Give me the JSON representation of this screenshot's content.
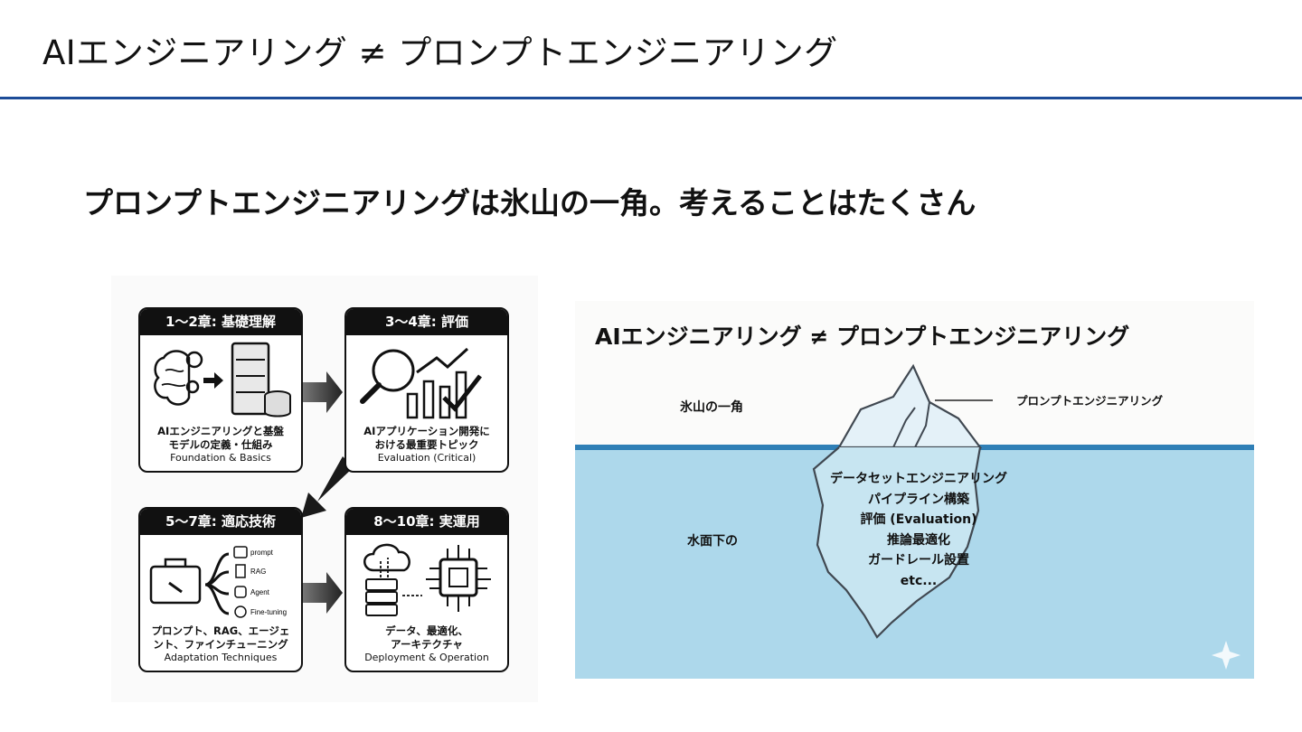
{
  "slide": {
    "title": "AIエンジニアリング ≠ プロンプトエンジニアリング",
    "subtitle": "プロンプトエンジニアリングは氷山の一角。考えることはたくさん"
  },
  "roadmap": {
    "cards": [
      {
        "header": "1〜2章: 基礎理解",
        "jp_line1": "AIエンジニアリングと基盤",
        "jp_line2": "モデルの定義・仕組み",
        "en": "Foundation & Basics"
      },
      {
        "header": "3〜4章: 評価",
        "jp_line1": "AIアプリケーション開発に",
        "jp_line2": "おける最重要トピック",
        "en": "Evaluation (Critical)"
      },
      {
        "header": "5〜7章: 適応技術",
        "jp_line1": "プロンプト、RAG、エージェ",
        "jp_line2": "ント、ファインチューニング",
        "en": "Adaptation Techniques"
      },
      {
        "header": "8〜10章: 実運用",
        "jp_line1": "データ、最適化、",
        "jp_line2": "アーキテクチャ",
        "en": "Deployment & Operation"
      }
    ],
    "technique_labels": [
      "prompt",
      "RAG",
      "Agent",
      "Fine-tuning"
    ],
    "icons": [
      "brain-gears-icon",
      "server-rack-icon",
      "magnifier-chart-icon",
      "toolbox-icon",
      "cloud-server-icon",
      "chip-icon"
    ]
  },
  "iceberg": {
    "title": "AIエンジニアリング ≠ プロンプトエンジニアリング",
    "tip_label": "氷山の一角",
    "tip_callout": "プロンプトエンジニアリング",
    "underwater_label": "水面下の",
    "underwater_items": [
      "データセットエンジニアリング",
      "パイプライン構築",
      "評価 (Evaluation)",
      "推論最適化",
      "ガードレール設置",
      "etc..."
    ],
    "colors": {
      "sky": "#fbfbfa",
      "water": "#add8eb",
      "waterline": "#2f7fb6",
      "ice_outline": "#404851"
    }
  }
}
